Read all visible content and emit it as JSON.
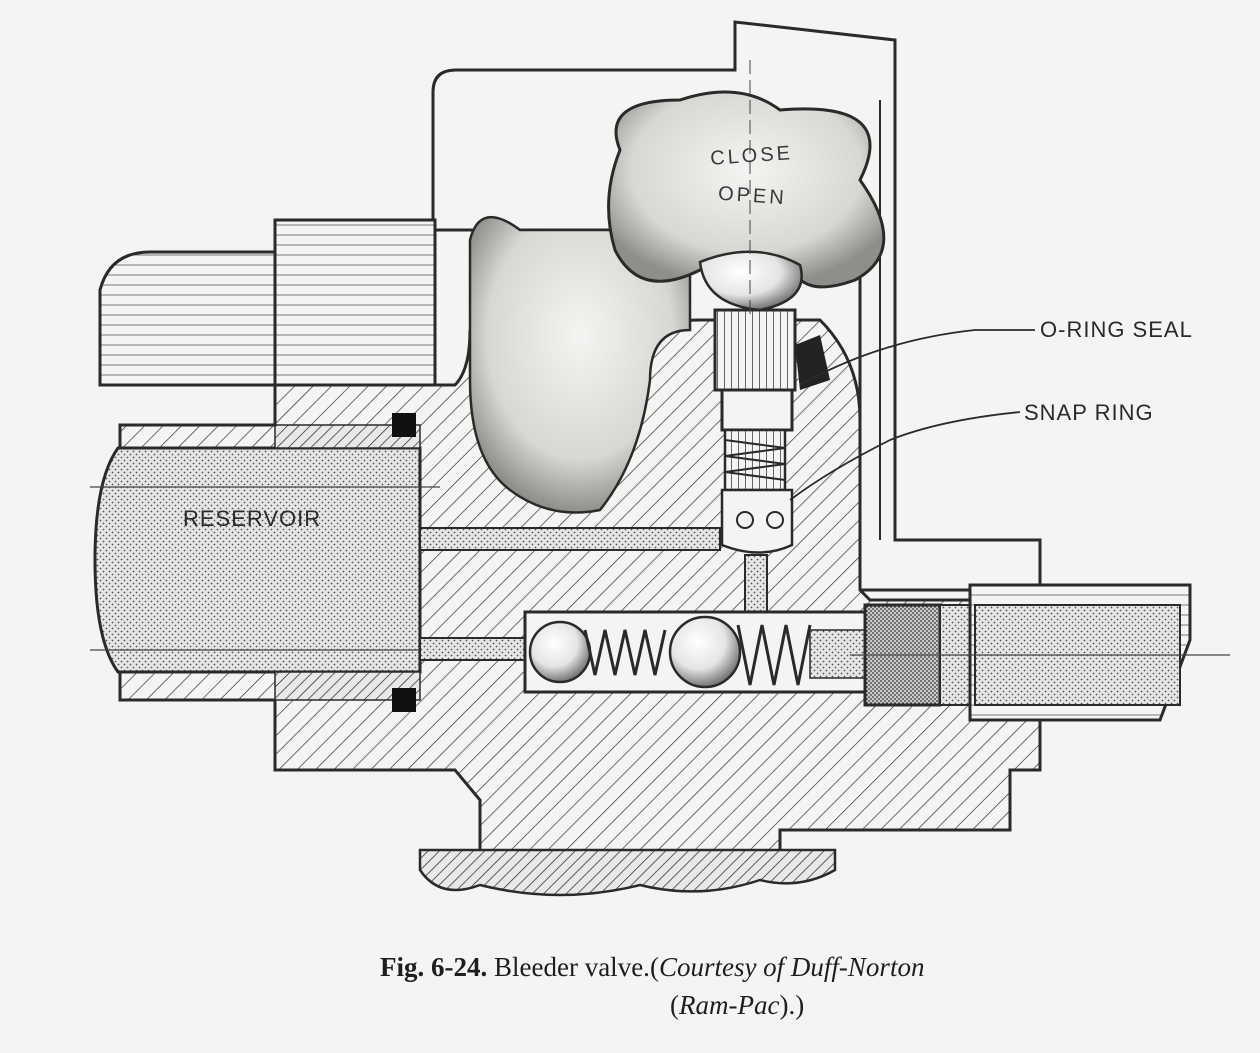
{
  "knob": {
    "close": "CLOSE",
    "open": "OPEN"
  },
  "labels": {
    "o_ring_seal": "O-RING SEAL",
    "snap_ring": "SNAP RING",
    "reservoir": "RESERVOIR"
  },
  "caption": {
    "fig_num": "Fig. 6-24.",
    "title": "Bleeder valve.",
    "open_paren": "(",
    "courtesy": "Courtesy of Duff-Norton",
    "line2_open": "(",
    "ram_pac": "Ram-Pac",
    "line2_close": ").)"
  },
  "colors": {
    "ink": "#2a2a2a",
    "paper": "#f4f4f2"
  }
}
